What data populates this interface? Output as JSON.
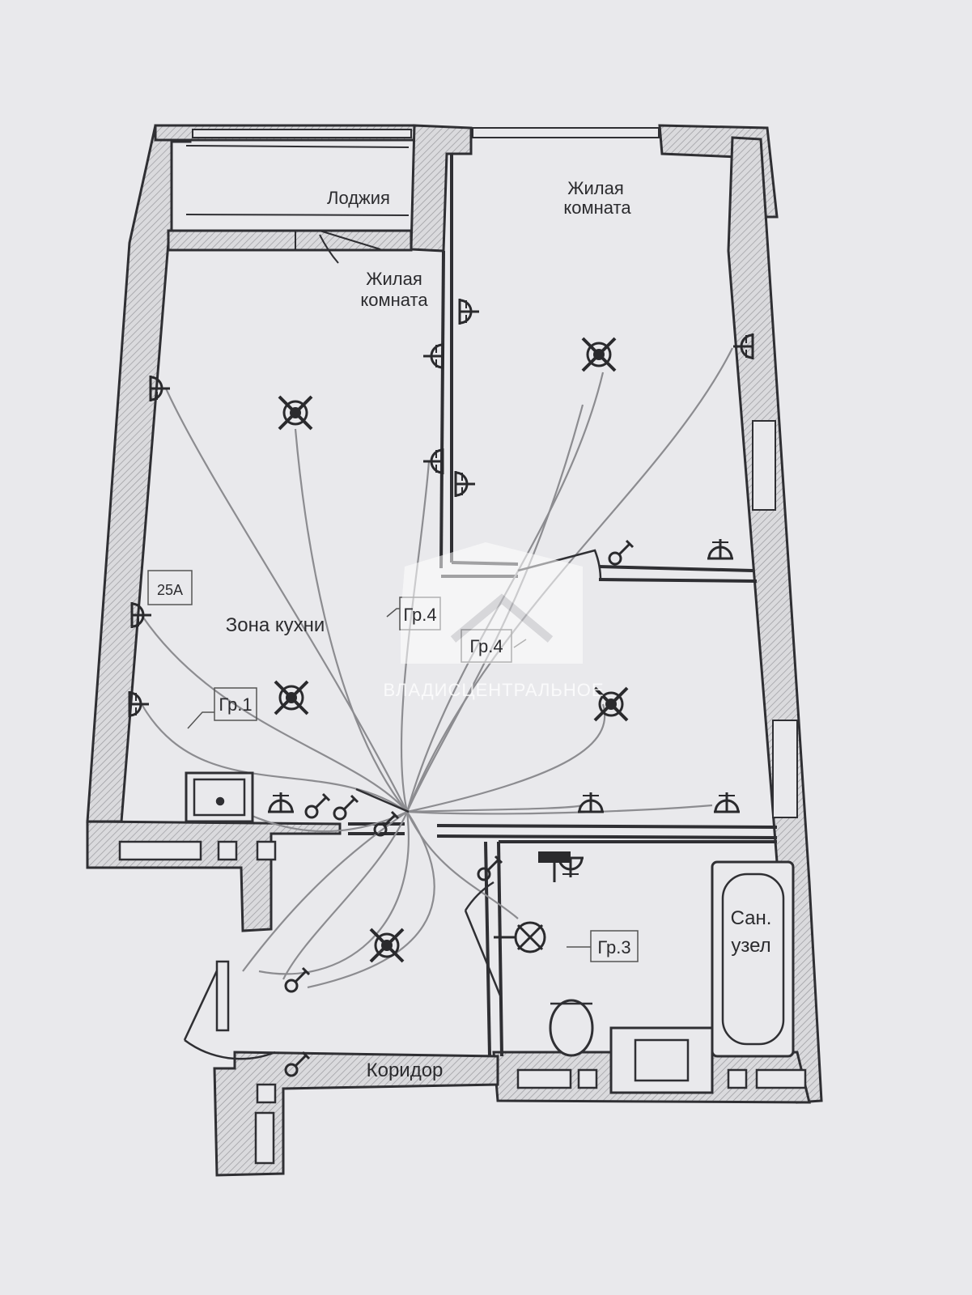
{
  "rooms": {
    "loggia": "Лоджия",
    "living_room_1": [
      "Жилая",
      "комната"
    ],
    "living_room_2": [
      "Жилая",
      "комната"
    ],
    "kitchen_zone": "Зона кухни",
    "corridor": "Коридор",
    "bathroom": [
      "Сан.",
      "узел"
    ]
  },
  "groups": {
    "g1": "Гр.1",
    "g3": "Гр.3",
    "g4_kitchen": "Гр.4",
    "g4_room": "Гр.4"
  },
  "breaker": "25А",
  "watermark": "ВЛАДИСЦЕНТРАЛЬНОЕ",
  "colors": {
    "paper": "#e9e9ec",
    "ink": "#2b2b2e",
    "wall_fill": "#d6d6d9",
    "wire": "#8c8c90"
  }
}
